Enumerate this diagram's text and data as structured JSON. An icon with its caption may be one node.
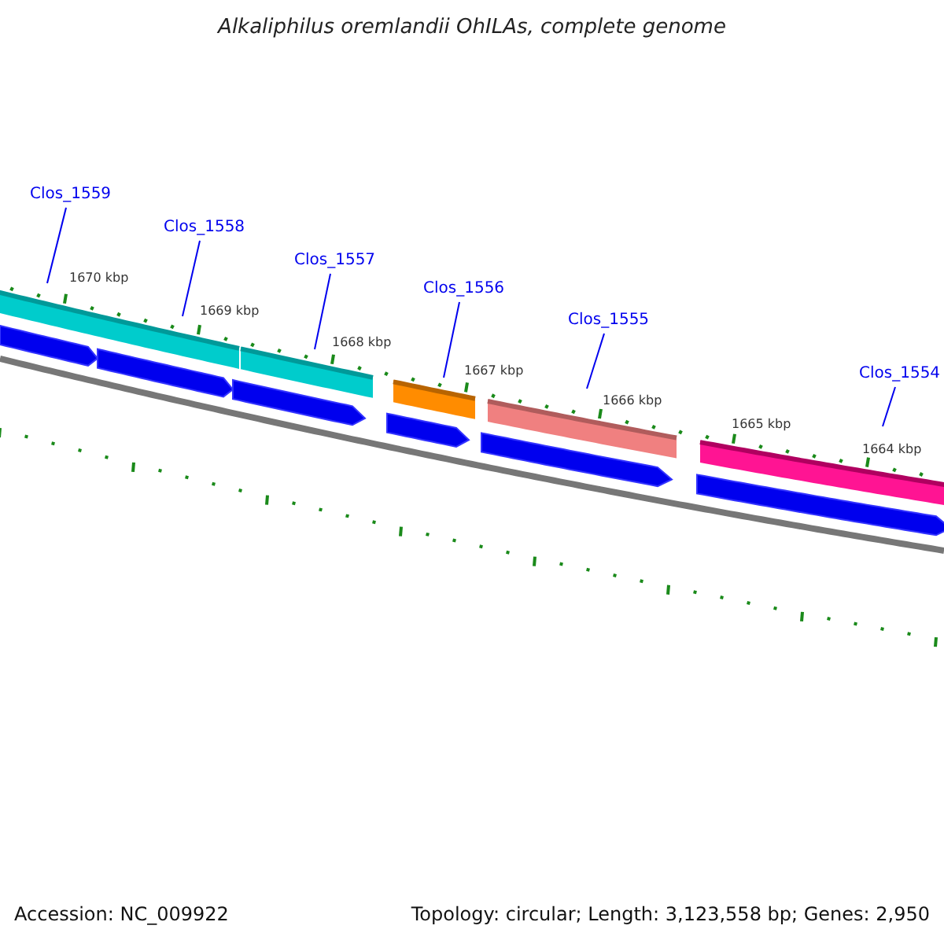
{
  "diagram": {
    "title": "Alkaliphilus oremlandii OhILAs, complete genome",
    "nodes": [
      {
        "text": [
          "Clos_1559"
        ]
      },
      {
        "text": [
          "Clos_1558"
        ]
      },
      {
        "text": [
          "Clos_1557"
        ]
      },
      {
        "text": [
          "Clos_1556"
        ]
      },
      {
        "text": [
          "Clos_1555"
        ]
      },
      {
        "text": [
          "Clos_1554"
        ]
      }
    ],
    "edges": [
      {
        "from": 0,
        "to": null,
        "arrow": "none"
      },
      {
        "from": 1,
        "to": null,
        "arrow": "none"
      },
      {
        "from": 2,
        "to": null,
        "arrow": "none"
      },
      {
        "from": 3,
        "to": null,
        "arrow": "none"
      },
      {
        "from": 4,
        "to": null,
        "arrow": "none"
      },
      {
        "from": 5,
        "to": null,
        "arrow": "none"
      }
    ],
    "labels": [
      "1670 kbp",
      "1669 kbp",
      "1668 kbp",
      "1667 kbp",
      "1666 kbp",
      "1665 kbp",
      "1664 kbp",
      "Accession: NC_009922",
      "Topology: circular; Length: 3,123,558 bp; Genes: 2,950"
    ]
  }
}
